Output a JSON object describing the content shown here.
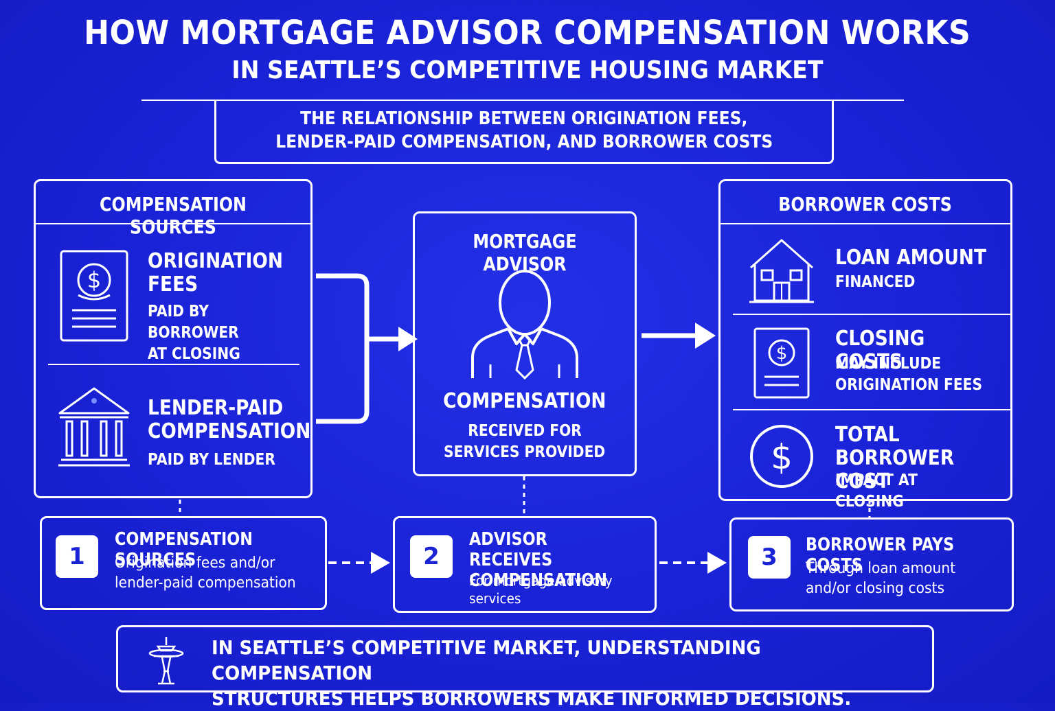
{
  "header": {
    "title": "HOW MORTGAGE ADVISOR COMPENSATION WORKS",
    "subtitle": "IN SEATTLE’S COMPETITIVE HOUSING MARKET",
    "banner_line1": "THE RELATIONSHIP BETWEEN ORIGINATION FEES,",
    "banner_line2": "LENDER-PAID COMPENSATION, AND BORROWER COSTS"
  },
  "sources": {
    "heading": "COMPENSATION SOURCES",
    "items": [
      {
        "icon": "dollar-document-icon",
        "title1": "ORIGINATION",
        "title2": "FEES",
        "sub1": "PAID BY BORROWER",
        "sub2": "AT CLOSING"
      },
      {
        "icon": "bank-icon",
        "title1": "LENDER-PAID",
        "title2": "COMPENSATION",
        "sub1": "PAID BY LENDER"
      }
    ]
  },
  "advisor": {
    "heading": "MORTGAGE ADVISOR",
    "icon": "advisor-person-icon",
    "title": "COMPENSATION",
    "sub1": "RECEIVED FOR",
    "sub2": "SERVICES PROVIDED"
  },
  "costs": {
    "heading": "BORROWER COSTS",
    "items": [
      {
        "icon": "house-icon",
        "title1": "LOAN AMOUNT",
        "sub1": "FINANCED"
      },
      {
        "icon": "dollar-document-icon",
        "title1": "CLOSING COSTS",
        "sub1": "MAY INCLUDE",
        "sub2": "ORIGINATION FEES"
      },
      {
        "icon": "dollar-circle-icon",
        "title1": "TOTAL BORROWER",
        "title2": "COST",
        "sub1": "IMPACT AT CLOSING"
      }
    ]
  },
  "steps": [
    {
      "number": "1",
      "title1": "COMPENSATION SOURCES",
      "text1": "Origination fees and/or",
      "text2": "lender-paid compensation"
    },
    {
      "number": "2",
      "title1": "ADVISOR RECEIVES",
      "title2": "COMPENSATION",
      "text1": "For mortgage advisory",
      "text2": "services"
    },
    {
      "number": "3",
      "title1": "BORROWER PAYS COSTS",
      "text1": "Through loan amount",
      "text2": "and/or closing costs"
    }
  ],
  "footer": {
    "icon": "space-needle-icon",
    "line1": "IN SEATTLE’S COMPETITIVE MARKET, UNDERSTANDING COMPENSATION",
    "line2": "STRUCTURES HELPS BORROWERS MAKE INFORMED DECISIONS."
  },
  "colors": {
    "background": "#1a22d6",
    "foreground": "#ffffff"
  }
}
